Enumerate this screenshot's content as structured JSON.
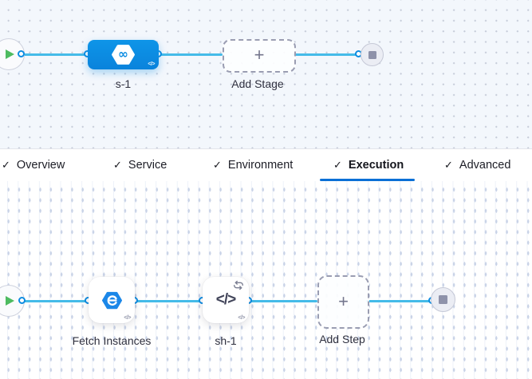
{
  "top_pipeline": {
    "stage_label": "s-1",
    "add_stage_label": "Add Stage",
    "plus_glyph": "+",
    "code_badge_glyph": "</>"
  },
  "tabs": {
    "check_glyph": "✓",
    "items": [
      {
        "label": "Overview",
        "checked": true,
        "active": false
      },
      {
        "label": "Service",
        "checked": true,
        "active": false
      },
      {
        "label": "Environment",
        "checked": true,
        "active": false
      },
      {
        "label": "Execution",
        "checked": true,
        "active": true
      },
      {
        "label": "Advanced",
        "checked": true,
        "active": false
      }
    ]
  },
  "bottom_pipeline": {
    "step1_label": "Fetch Instances",
    "step2_label": "sh-1",
    "add_step_label": "Add Step",
    "plus_glyph": "+",
    "shell_icon_glyph": "</>",
    "code_badge_glyph": "</>"
  },
  "icons": {
    "start": "play-icon",
    "end": "stop-icon",
    "stage": "cd-hexagon-infinity-icon",
    "step1": "instances-swirl-icon",
    "step2": "shell-script-code-icon",
    "loop": "looping-strategy-icon",
    "code_badge": "code-badge-icon",
    "tab_check": "check-icon"
  },
  "colors": {
    "edge_blue": "#45bbe8",
    "port_ring_blue": "#0d8ce1",
    "stage_blue": "#0b8ce2",
    "play_green": "#4dbb60",
    "tab_underline_blue": "#0b70d6",
    "canvas_top_bg": "#f3f7fc",
    "canvas_bottom_bg": "#ffffff",
    "end_square_gray": "#8e92aa"
  }
}
